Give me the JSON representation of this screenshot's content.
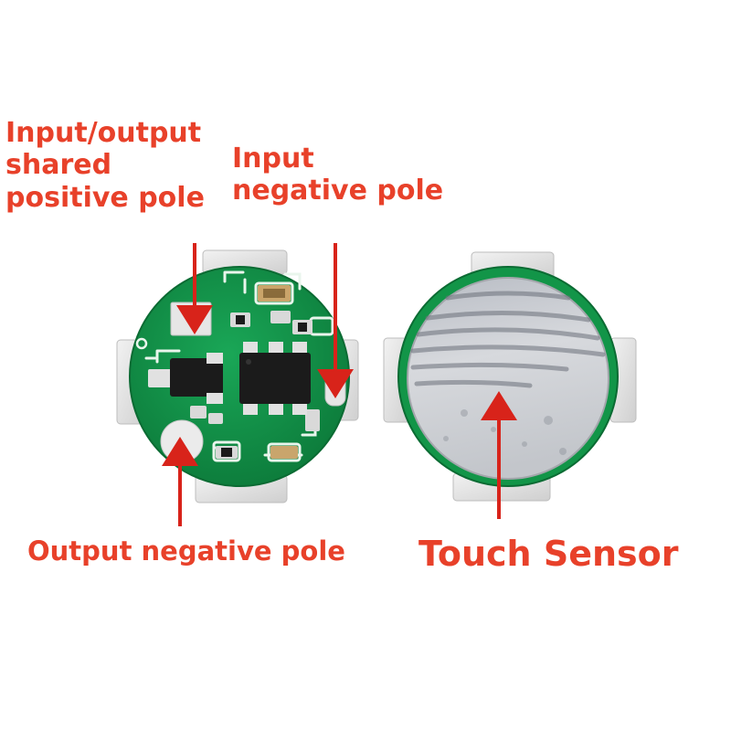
{
  "labels": {
    "shared_positive": [
      "Input/output",
      "shared",
      "positive pole"
    ],
    "input_negative": [
      "Input",
      "negative pole"
    ],
    "output_negative": "Output negative pole",
    "touch_sensor": "Touch Sensor"
  },
  "colors": {
    "label_text": "#e8412a",
    "arrow": "#d8231a",
    "pcb_green": "#12944a",
    "silkscreen": "#e9f5ec",
    "chip": "#1b1b1b",
    "metal_tab": "#e7e7e7",
    "sensor_plate": "#c9cdd3"
  },
  "icons": {
    "arrow": "arrow-pointer-icon",
    "ic_chip": "ic-chip-icon",
    "solder_pad": "solder-pad-icon"
  }
}
